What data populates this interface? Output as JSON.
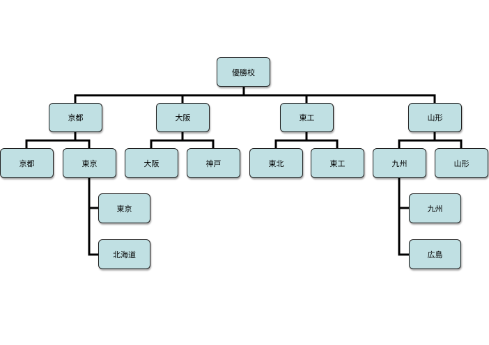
{
  "colors": {
    "node_fill": "#c0e0e3",
    "line": "#000000"
  },
  "tree": {
    "root": "優勝校",
    "groups": [
      {
        "label": "京都",
        "children": [
          {
            "label": "京都"
          },
          {
            "label": "東京",
            "children": [
              "東京",
              "北海道"
            ]
          }
        ]
      },
      {
        "label": "大阪",
        "children": [
          {
            "label": "大阪"
          },
          {
            "label": "神戸"
          }
        ]
      },
      {
        "label": "東工",
        "children": [
          {
            "label": "東北"
          },
          {
            "label": "東工"
          }
        ]
      },
      {
        "label": "山形",
        "children": [
          {
            "label": "九州",
            "children": [
              "九州",
              "広島"
            ]
          },
          {
            "label": "山形"
          }
        ]
      }
    ]
  }
}
